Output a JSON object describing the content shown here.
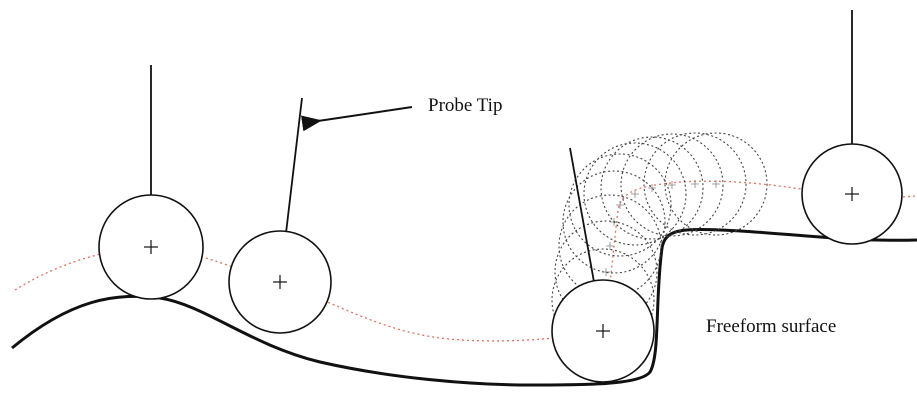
{
  "labels": {
    "probe_tip": "Probe Tip",
    "freeform_surface": "Freeform surface"
  },
  "colors": {
    "surface": "#111111",
    "probe": "#111111",
    "center_path": "#e07060",
    "ghost_probe": "#444444",
    "background": "#ffffff"
  },
  "elements": {
    "surface_curve": "freeform-surface",
    "center_path": "probe-center-path",
    "probes": [
      "probe-1",
      "probe-2",
      "probe-3",
      "probe-4"
    ],
    "ghost_sweep": "probe-sweep-ghost-circles",
    "arrow": "probe-tip-arrow"
  }
}
